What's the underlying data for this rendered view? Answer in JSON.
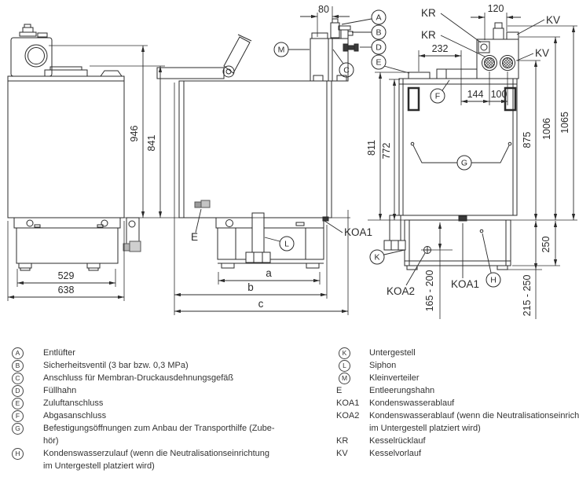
{
  "drawing": {
    "callouts": {
      "A": "A",
      "B": "B",
      "C": "C",
      "D": "D",
      "E": "E",
      "F": "F",
      "G": "G",
      "H": "H",
      "K": "K",
      "L": "L",
      "M": "M"
    },
    "labels": {
      "kr": "KR",
      "kv": "KV",
      "koa1": "KOA1",
      "koa2": "KOA2",
      "drain": "E"
    },
    "dims": {
      "d80": "80",
      "d120": "120",
      "d232": "232",
      "d144": "144",
      "d100": "100",
      "d946": "946",
      "d841": "841",
      "d811": "811",
      "d772": "772",
      "d875": "875",
      "d1006": "1006",
      "d1065": "1065",
      "d529": "529",
      "d638": "638",
      "da": "a",
      "db": "b",
      "dc": "c",
      "d250": "250",
      "d215_250": "215 - 250",
      "d165_200": "165 - 200"
    }
  },
  "legend": {
    "left": [
      {
        "key": "A",
        "lines": [
          "Entlüfter"
        ]
      },
      {
        "key": "B",
        "lines": [
          "Sicherheitsventil (3 bar bzw. 0,3 MPa)"
        ]
      },
      {
        "key": "C",
        "lines": [
          "Anschluss für Membran-Druckausdehnungsgefäß"
        ]
      },
      {
        "key": "D",
        "lines": [
          "Füllhahn"
        ]
      },
      {
        "key": "E",
        "lines": [
          "Zuluftanschluss"
        ]
      },
      {
        "key": "F",
        "lines": [
          "Abgasanschluss"
        ]
      },
      {
        "key": "G",
        "lines": [
          "Befestigungsöffnungen zum Anbau der Transporthilfe (Zube-",
          "hör)"
        ]
      },
      {
        "key": "H",
        "lines": [
          "Kondenswasserzulauf (wenn die Neutralisationseinrichtung",
          "im Untergestell platziert wird)"
        ]
      }
    ],
    "right": [
      {
        "key": "K",
        "lines": [
          "Untergestell"
        ]
      },
      {
        "key": "L",
        "lines": [
          "Siphon"
        ]
      },
      {
        "key": "M",
        "lines": [
          "Kleinverteiler"
        ]
      },
      {
        "key": "E",
        "lines": [
          "Entleerungshahn"
        ]
      },
      {
        "key": "KOA1",
        "lines": [
          "Kondenswasserablauf"
        ]
      },
      {
        "key": "KOA2",
        "lines": [
          "Kondenswasserablauf (wenn die Neutralisationseinrichtung",
          "im Untergestell platziert wird)"
        ]
      },
      {
        "key": "KR",
        "lines": [
          "Kesselrücklauf"
        ]
      },
      {
        "key": "KV",
        "lines": [
          "Kesselvorlauf"
        ]
      }
    ]
  },
  "colors": {
    "line": "#2b2b2b",
    "grey_fitting": "#b5b5b5"
  }
}
